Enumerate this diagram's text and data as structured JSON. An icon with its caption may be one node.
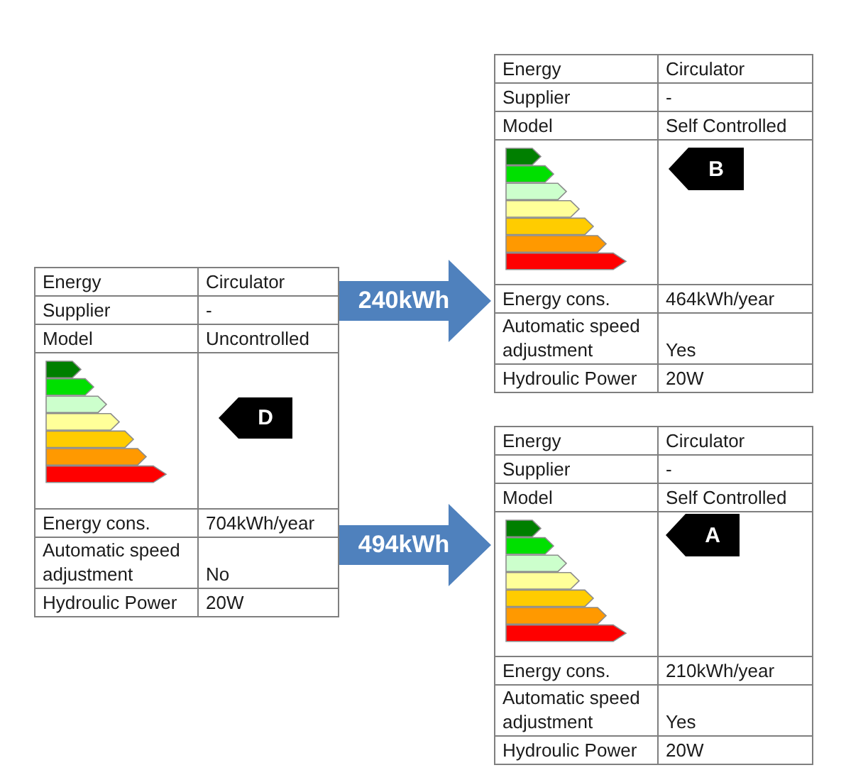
{
  "diagram": {
    "nodes": [
      {
        "text": [
          "Energy",
          "Circulator",
          "Supplier",
          "-",
          "Model",
          "Uncontrolled",
          "Energy cons.",
          "704kWh/year",
          "Automatic speed adjustment",
          "No",
          "Hydroulic Power",
          "20W"
        ]
      },
      {
        "text": [
          "D"
        ],
        "in": 0
      },
      {
        "text": [
          "Energy",
          "Circulator",
          "Supplier",
          "-",
          "Model",
          "Self Controlled",
          "Energy cons.",
          "464kWh/year",
          "Automatic speed adjustment",
          "Yes",
          "Hydroulic Power",
          "20W"
        ]
      },
      {
        "text": [
          "B"
        ],
        "in": 2
      },
      {
        "text": [
          "Energy",
          "Circulator",
          "Supplier",
          "-",
          "Model",
          "Self Controlled",
          "Energy cons.",
          "210kWh/year",
          "Automatic speed adjustment",
          "Yes",
          "Hydroulic Power",
          "20W"
        ]
      },
      {
        "text": [
          "A"
        ],
        "in": 4
      }
    ],
    "edges": [
      {
        "from": 0,
        "to": 2,
        "arrow": "to",
        "label": "240kWh"
      },
      {
        "from": 0,
        "to": 4,
        "arrow": "to",
        "label": "494kWh"
      }
    ]
  }
}
